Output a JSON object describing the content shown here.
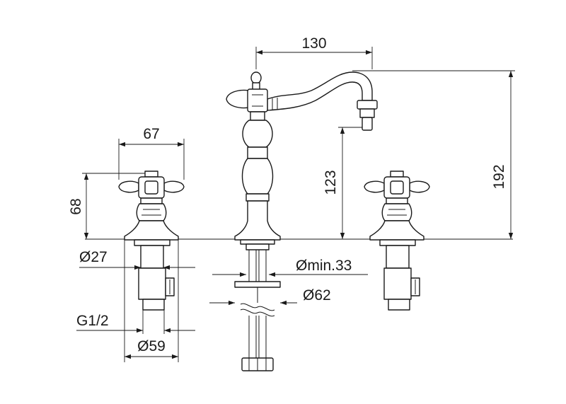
{
  "dimensions": {
    "spout_reach": "130",
    "handle_span": "67",
    "handle_height": "68",
    "spout_height": "123",
    "total_height": "192",
    "valve_diameter": "Ø27",
    "hole_min": "Ømin.33",
    "flange_diameter": "Ø62",
    "thread": "G1/2",
    "base_diameter": "Ø59"
  }
}
